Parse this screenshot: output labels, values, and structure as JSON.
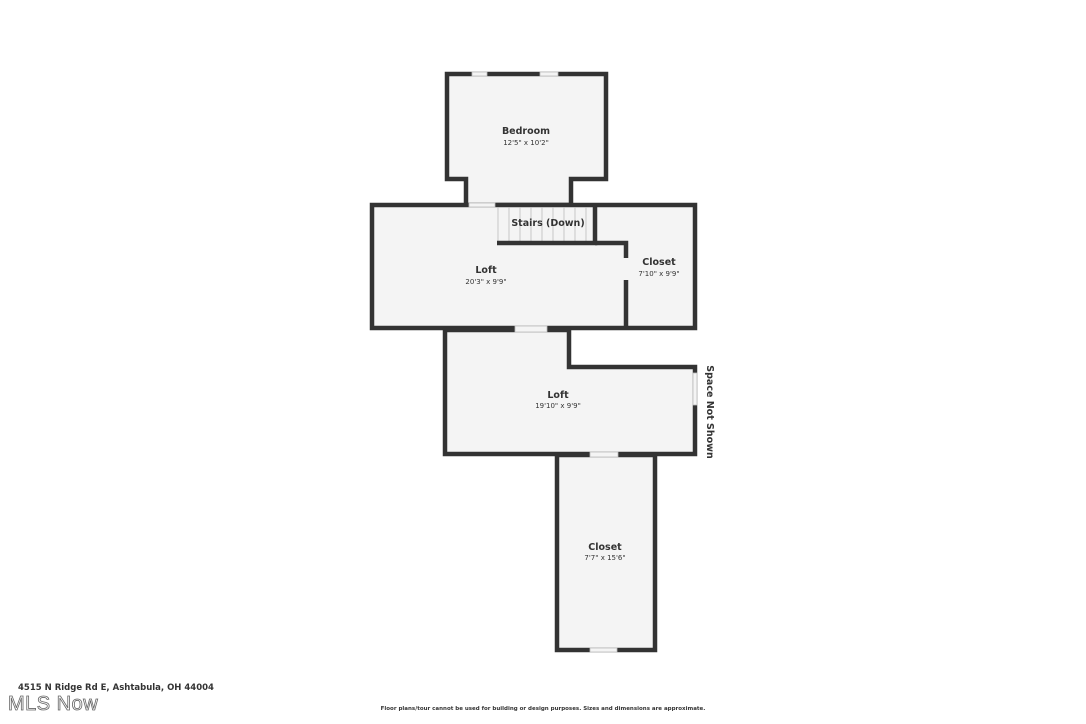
{
  "rooms": [
    {
      "name": "Bedroom",
      "dims": "12'5\" x 10'2\""
    },
    {
      "name": "Stairs (Down)"
    },
    {
      "name": "Loft",
      "dims": "20'3\" x 9'9\""
    },
    {
      "name": "Closet",
      "dims": "7'10\" x 9'9\""
    },
    {
      "name": "Loft",
      "dims": "19'10\" x 9'9\""
    },
    {
      "name": "Closet",
      "dims": "7'7\" x 15'6\""
    }
  ],
  "side_label": "Space Not Shown",
  "address": "4515 N Ridge Rd E, Ashtabula, OH 44004",
  "watermark": "MLS Now",
  "disclaimer": "Floor plans/tour cannot be used for building or design purposes. Sizes and dimensions are approximate."
}
